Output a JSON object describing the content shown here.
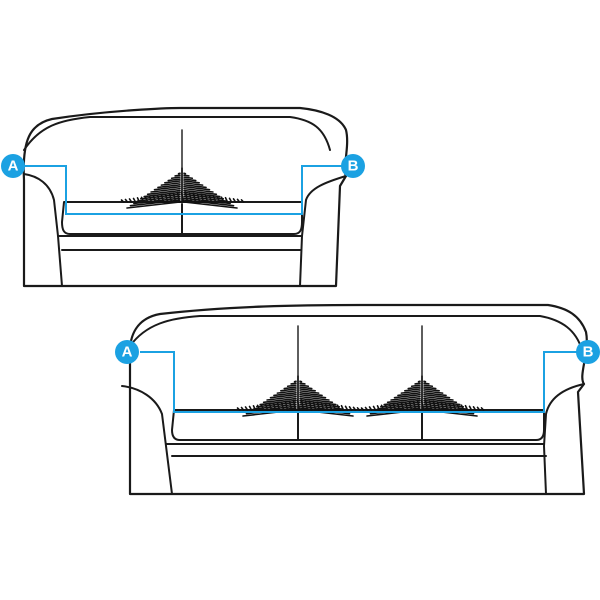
{
  "colors": {
    "measure_line": "#1ba1e2",
    "badge_fill": "#1ba1e2",
    "badge_text": "#ffffff",
    "outline": "#1a1a1a"
  },
  "sofas": [
    {
      "kind": "loveseat",
      "cushions": 2,
      "marker_left": "A",
      "marker_right": "B"
    },
    {
      "kind": "three-seat-sofa",
      "cushions": 3,
      "marker_left": "A",
      "marker_right": "B"
    }
  ]
}
